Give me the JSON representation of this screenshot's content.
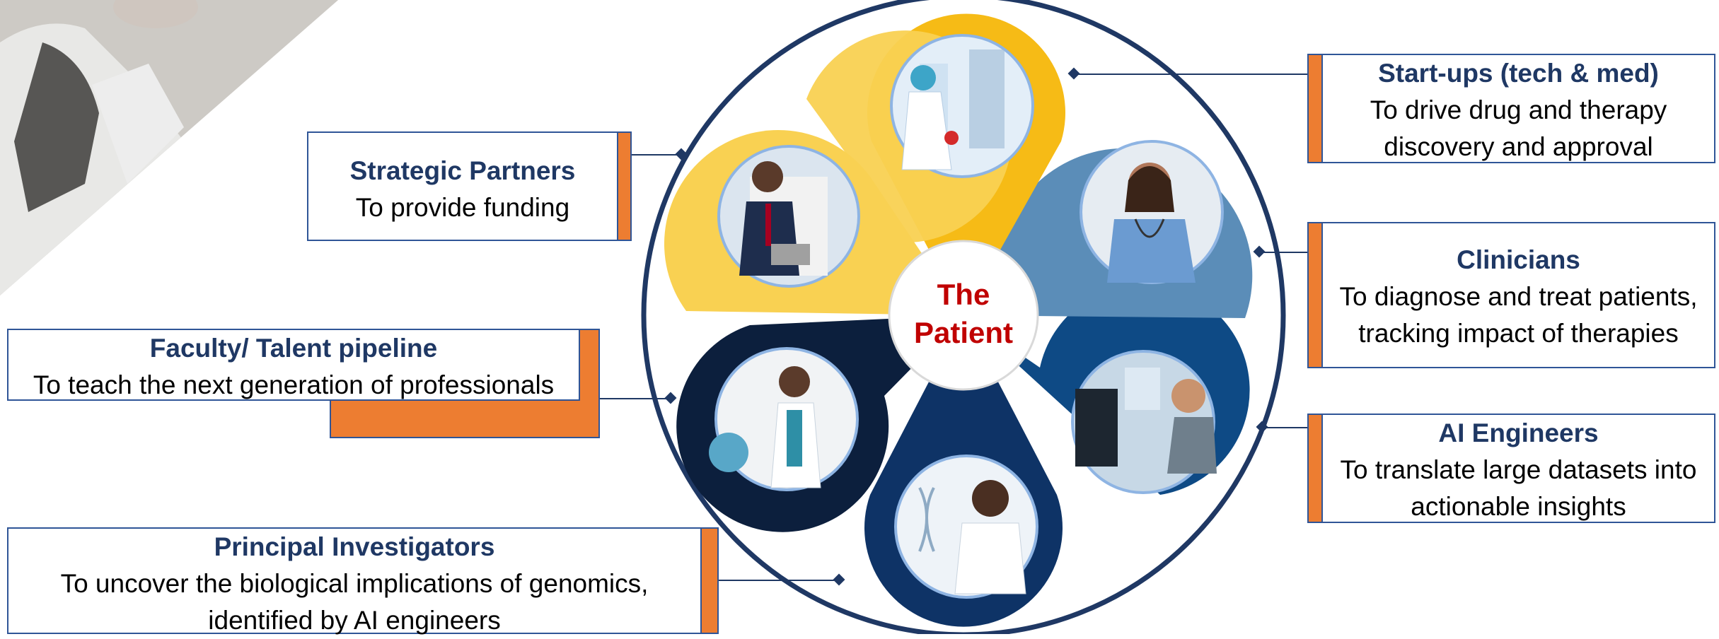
{
  "center": {
    "line1": "The",
    "line2": "Patient"
  },
  "stakeholders": {
    "strategic_partners": {
      "title": "Strategic Partners",
      "desc": "To provide funding"
    },
    "faculty": {
      "title": "Faculty/ Talent pipeline",
      "desc": "To teach the next generation of professionals"
    },
    "principal_investigators": {
      "title": "Principal Investigators",
      "desc1": "To uncover the biological implications of genomics,",
      "desc2": "identified by AI engineers"
    },
    "startups": {
      "title": "Start-ups  (tech & med)",
      "desc1": "To drive drug and therapy",
      "desc2": "discovery and approval"
    },
    "clinicians": {
      "title": "Clinicians",
      "desc1": "To diagnose and treat patients,",
      "desc2": "tracking impact of therapies"
    },
    "ai_engineers": {
      "title": "AI Engineers",
      "desc1": "To translate large datasets into",
      "desc2": "actionable insights"
    }
  },
  "colors": {
    "accent": "#ed7d31",
    "border": "#2f5597",
    "title_text": "#1f3864",
    "center_text": "#c00000",
    "petal_yellow_light": "#f9d152",
    "petal_yellow": "#f6bb16",
    "petal_steel_blue": "#5b8db8",
    "petal_blue": "#0e3f78",
    "petal_navy": "#0d2a52",
    "petal_dark_navy": "#0c1f3d"
  },
  "icons": {
    "petal_photos": [
      "businessman-photo",
      "lab-scientist-photo",
      "nurse-photo",
      "engineer-photo",
      "researcher-photo",
      "teacher-photo"
    ]
  }
}
